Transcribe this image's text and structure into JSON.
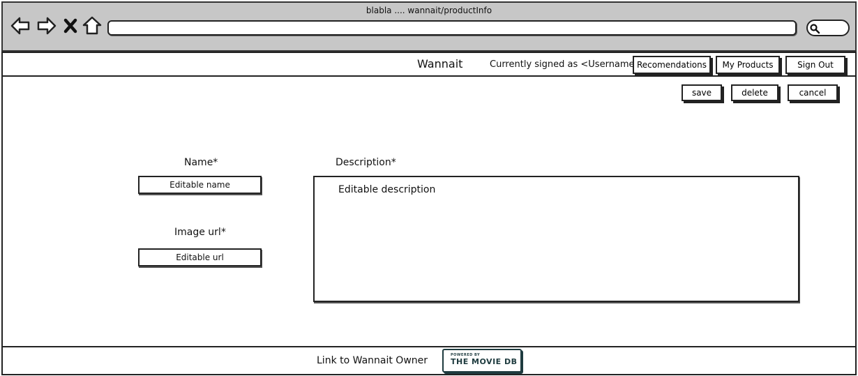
{
  "browser": {
    "window_title": "blabla .... wannait/productInfo",
    "url": "",
    "search_value": ""
  },
  "header": {
    "app_title": "Wannait",
    "signed_in_text": "Currently signed as <Username>",
    "buttons": {
      "recommendations": "Recomendations",
      "my_products": "My Products",
      "sign_out": "Sign Out"
    }
  },
  "actions": {
    "save": "save",
    "delete": "delete",
    "cancel": "cancel"
  },
  "form": {
    "name_label": "Name*",
    "name_value": "Editable name",
    "image_url_label": "Image url*",
    "image_url_value": "Editable url",
    "description_label": "Description*",
    "description_value": "Editable description"
  },
  "footer": {
    "owner_link": "Link to Wannait Owner",
    "logo_text": {
      "powered": "POWERED BY",
      "name": "THE MOVIE DB"
    }
  },
  "icons": [
    "back-icon",
    "forward-icon",
    "stop-icon",
    "home-icon",
    "search-icon"
  ],
  "colors": {
    "chrome_bg": "#c7c7c7",
    "border": "#222222",
    "logo": "#1e3b3f"
  }
}
